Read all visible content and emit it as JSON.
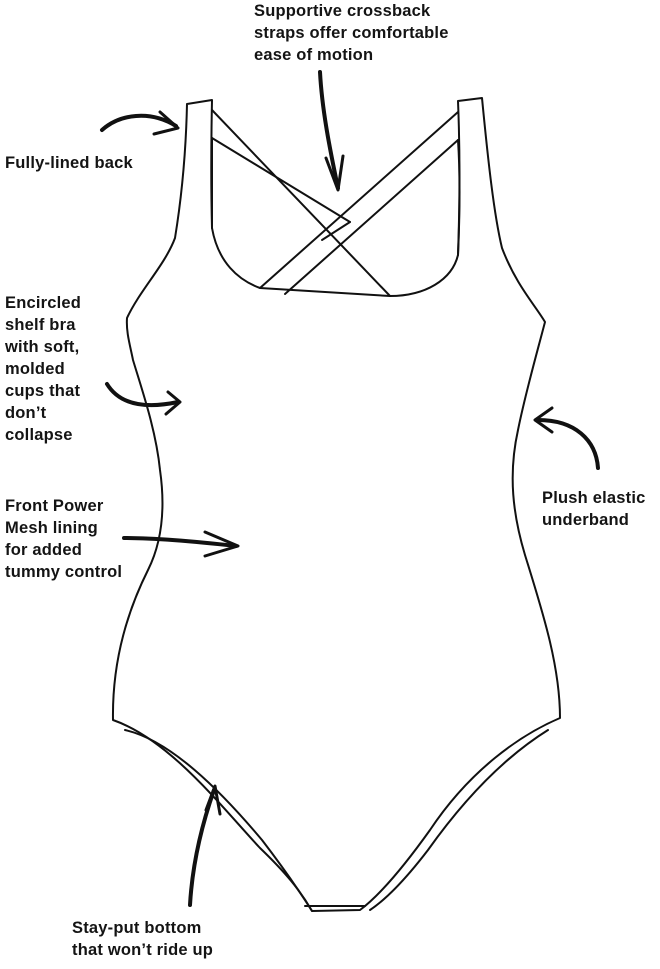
{
  "callouts": {
    "crossback_straps": "Supportive crossback\nstraps offer comfortable\nease of motion",
    "lined_back": "Fully-lined back",
    "shelf_bra": "Encircled\nshelf bra\nwith soft,\nmolded\ncups that\ndon’t\ncollapse",
    "power_mesh": "Front Power\nMesh lining\nfor added\ntummy control",
    "elastic_underband": "Plush elastic\nunderband",
    "stay_put_bottom": "Stay-put bottom\nthat won’t ride up"
  },
  "colors": {
    "ink": "#111111",
    "background": "#ffffff"
  }
}
